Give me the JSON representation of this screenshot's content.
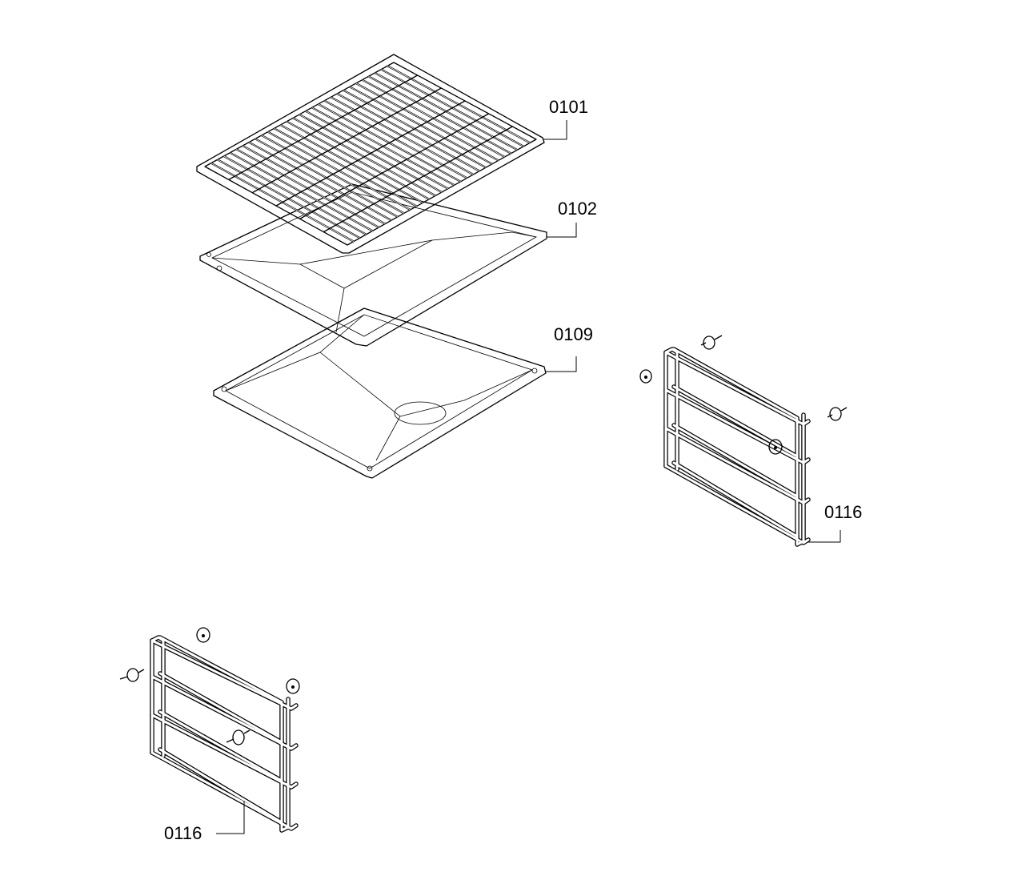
{
  "diagram": {
    "parts": [
      {
        "id": "0101",
        "label": "0101"
      },
      {
        "id": "0102",
        "label": "0102"
      },
      {
        "id": "0109",
        "label": "0109"
      },
      {
        "id": "0116-right",
        "label": "0116"
      },
      {
        "id": "0116-left",
        "label": "0116"
      }
    ]
  }
}
